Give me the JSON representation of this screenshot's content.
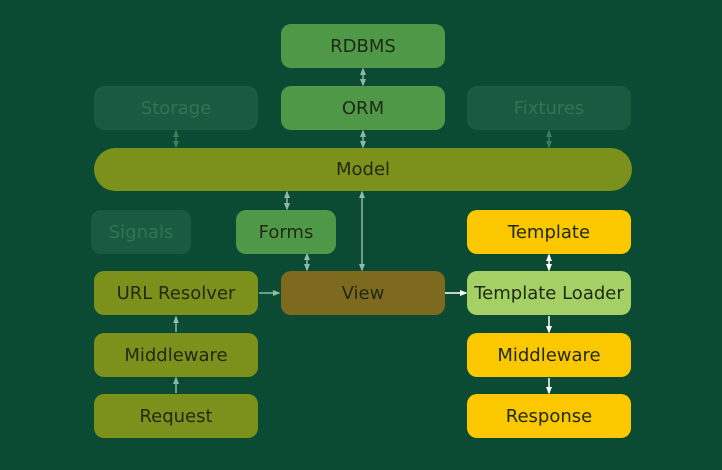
{
  "diagram": {
    "nodes": {
      "rdbms": "RDBMS",
      "orm": "ORM",
      "storage": "Storage",
      "fixtures": "Fixtures",
      "model": "Model",
      "signals": "Signals",
      "forms": "Forms",
      "template": "Template",
      "url_resolver": "URL Resolver",
      "view": "View",
      "template_loader": "Template Loader",
      "middleware_in": "Middleware",
      "middleware_out": "Middleware",
      "request": "Request",
      "response": "Response"
    },
    "colors": {
      "background": "#0c4b33",
      "data_layer": "#4f9848",
      "request_path": "#7c911c",
      "view": "#7e6a1e",
      "template_path": "#fbc800",
      "template_loader": "#a5d065",
      "inactive": "#1a5a40"
    }
  }
}
